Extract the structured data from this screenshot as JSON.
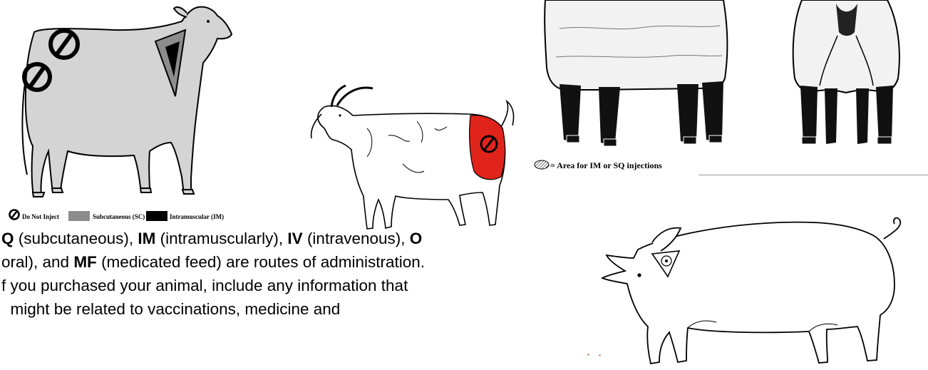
{
  "cattle_legend": {
    "do_not_inject": "Do Not Inject",
    "subcutaneous": "Subcutaneous (SC)",
    "intramuscular": "Intramuscular (IM)"
  },
  "sheep_legend": {
    "area_label": "= Area for IM or SQ injections"
  },
  "paragraph": {
    "line1": [
      {
        "t": "Q",
        "b": true
      },
      {
        "t": " (subcutaneous), ",
        "b": false
      },
      {
        "t": "IM",
        "b": true
      },
      {
        "t": " (intramuscularly), ",
        "b": false
      },
      {
        "t": "IV",
        "b": true
      },
      {
        "t": " (intravenous), ",
        "b": false
      },
      {
        "t": "O",
        "b": true
      }
    ],
    "line2": [
      {
        "t": "oral), and ",
        "b": false
      },
      {
        "t": "MF",
        "b": true
      },
      {
        "t": " (medicated feed) are routes of administration.",
        "b": false
      }
    ],
    "line3": [
      {
        "t": "f you purchased your animal, include any information that",
        "b": false
      }
    ],
    "line4": [
      {
        "t": "  might be related to vaccinations, medicine and",
        "b": false
      }
    ]
  },
  "colors": {
    "cattle_body": "#d4d4d4",
    "subcutaneous": "#8c8c8c",
    "intramuscular": "#000000",
    "goat_zone": "#e0241c",
    "sheep_legs": "#111111"
  }
}
